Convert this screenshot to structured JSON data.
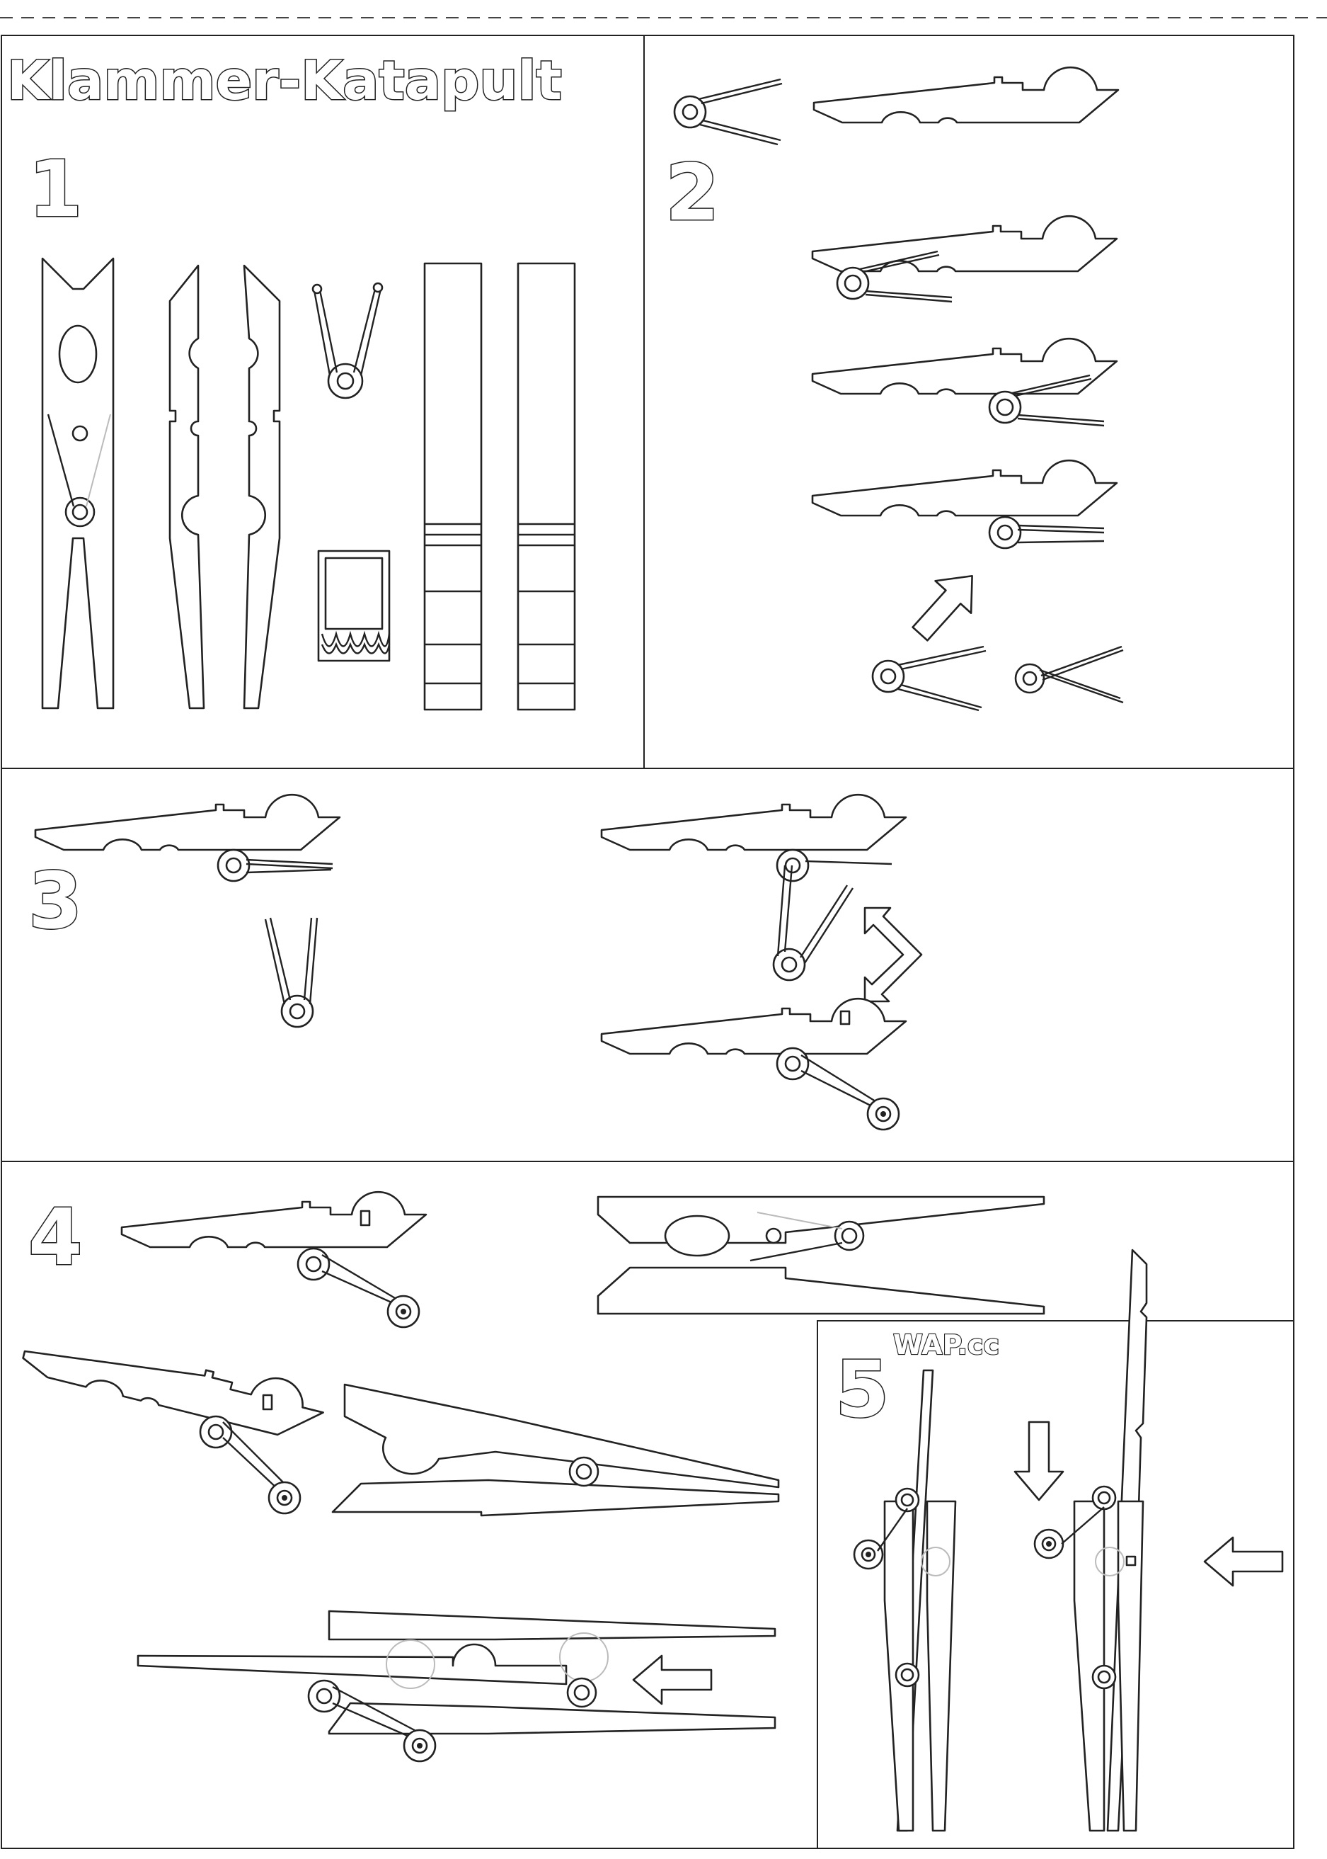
{
  "title": "Klammer-Katapult",
  "brand": "WAP.cc",
  "steps": [
    "1",
    "2",
    "3",
    "4",
    "5"
  ]
}
